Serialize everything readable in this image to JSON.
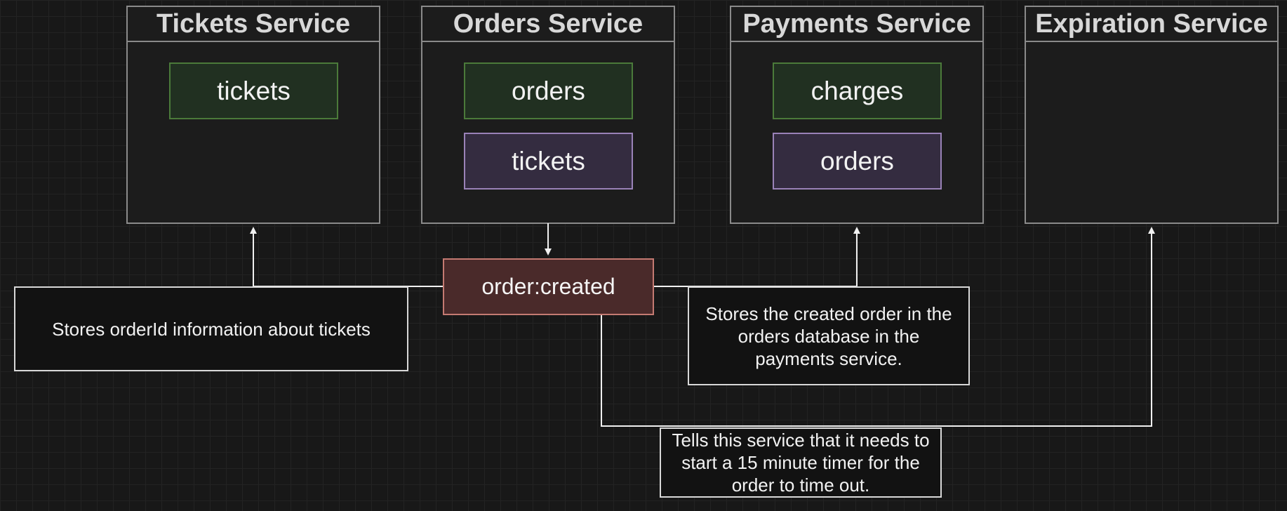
{
  "services": [
    {
      "title": "Tickets Service",
      "databases": [
        "tickets"
      ]
    },
    {
      "title": "Orders Service",
      "databases": [
        "orders",
        "tickets"
      ]
    },
    {
      "title": "Payments Service",
      "databases": [
        "charges",
        "orders"
      ]
    },
    {
      "title": "Expiration Service",
      "databases": []
    }
  ],
  "event": {
    "label": "order:created"
  },
  "notes": {
    "tickets": "Stores orderId information about tickets",
    "payments": "Stores the created order in the orders database in the payments service.",
    "expiration": "Tells this service that it needs to start a 15 minute timer for the order to time out."
  },
  "colors": {
    "background": "#181818",
    "own_database": "#213021",
    "replicated_database": "#342c40",
    "event": "#4a2a2a"
  }
}
